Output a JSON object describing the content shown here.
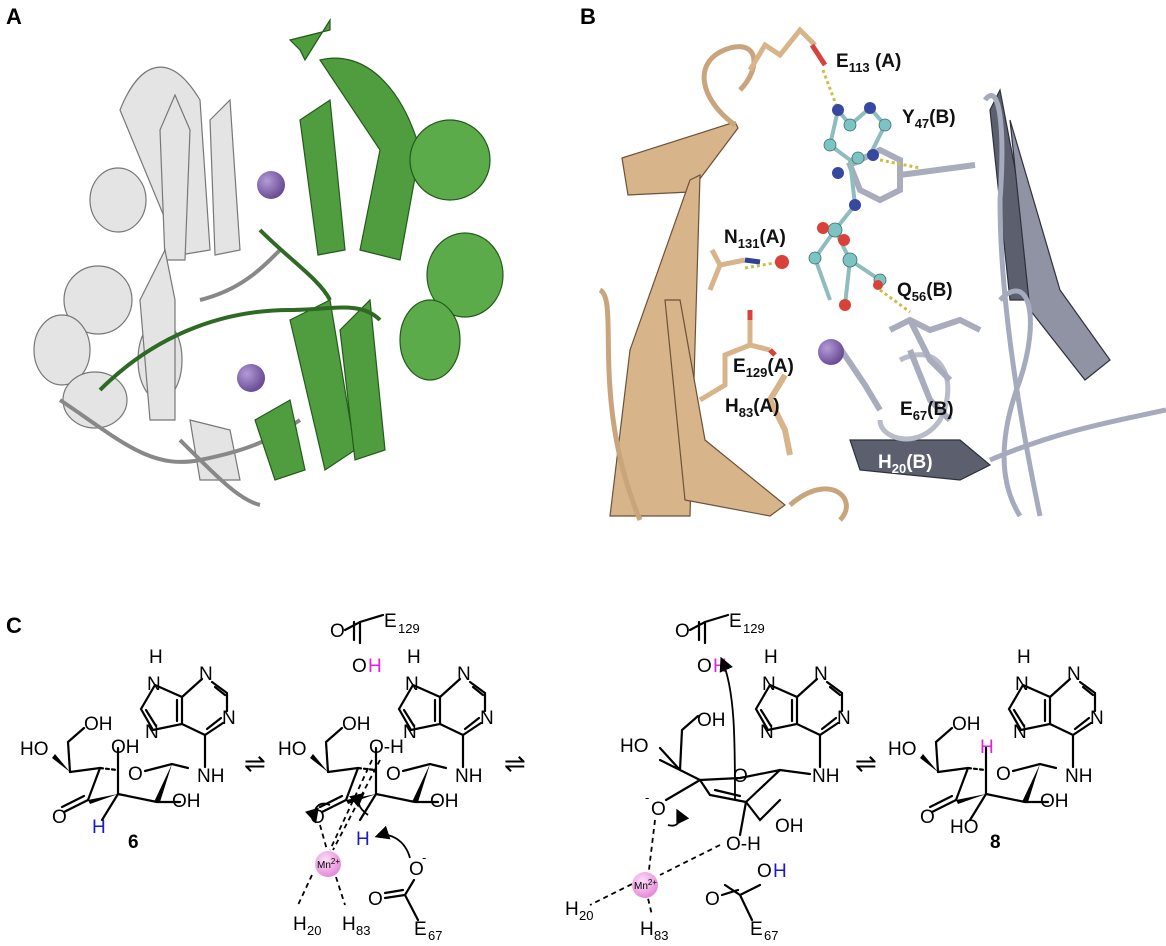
{
  "panels": {
    "a": "A",
    "b": "B",
    "c": "C"
  },
  "colors": {
    "chain_a_panel_a": "#e6e6e6",
    "chain_b_panel_a": "#4c9a3a",
    "chain_a_panel_b": "#d2b48c",
    "chain_b_panel_b": "#8e93a8",
    "manganese": "#8060a8",
    "ligand_carbon": "#7cc3c3",
    "nitrogen": "#2f3f9a",
    "oxygen": "#d9413b",
    "mn_circle_c": "#f0a6e6",
    "migrating_h_1": "#1a1acc",
    "migrating_h_2": "#e020e0"
  },
  "panel_b_labels": {
    "e113": {
      "res": "E",
      "num": "113",
      "chain": " (A)"
    },
    "y47": {
      "res": "Y",
      "num": "47",
      "chain": "(B)"
    },
    "n131": {
      "res": "N",
      "num": "131",
      "chain": "(A)"
    },
    "q56": {
      "res": "Q",
      "num": "56",
      "chain": "(B)"
    },
    "e129": {
      "res": "E",
      "num": "129",
      "chain": "(A)"
    },
    "h83": {
      "res": "H",
      "num": "83",
      "chain": "(A)"
    },
    "e67": {
      "res": "E",
      "num": "67",
      "chain": "(B)"
    },
    "h20": {
      "res": "H",
      "num": "20",
      "chain": "(B)"
    }
  },
  "atoms": {
    "OH": "OH",
    "HO": "HO",
    "N": "N",
    "NH": "NH",
    "H": "H",
    "O": "O",
    "O_minus": "O",
    "minus": "-",
    "OH_bond": "O-H",
    "E": "E"
  },
  "panel_c": {
    "compound_6": "6",
    "compound_8": "8",
    "equilibrium_symbol": "⇌",
    "mn": {
      "base": "Mn",
      "charge": "2+"
    },
    "residues": {
      "e129": "129",
      "e67": "67",
      "h20": "20",
      "h83": "83"
    }
  }
}
